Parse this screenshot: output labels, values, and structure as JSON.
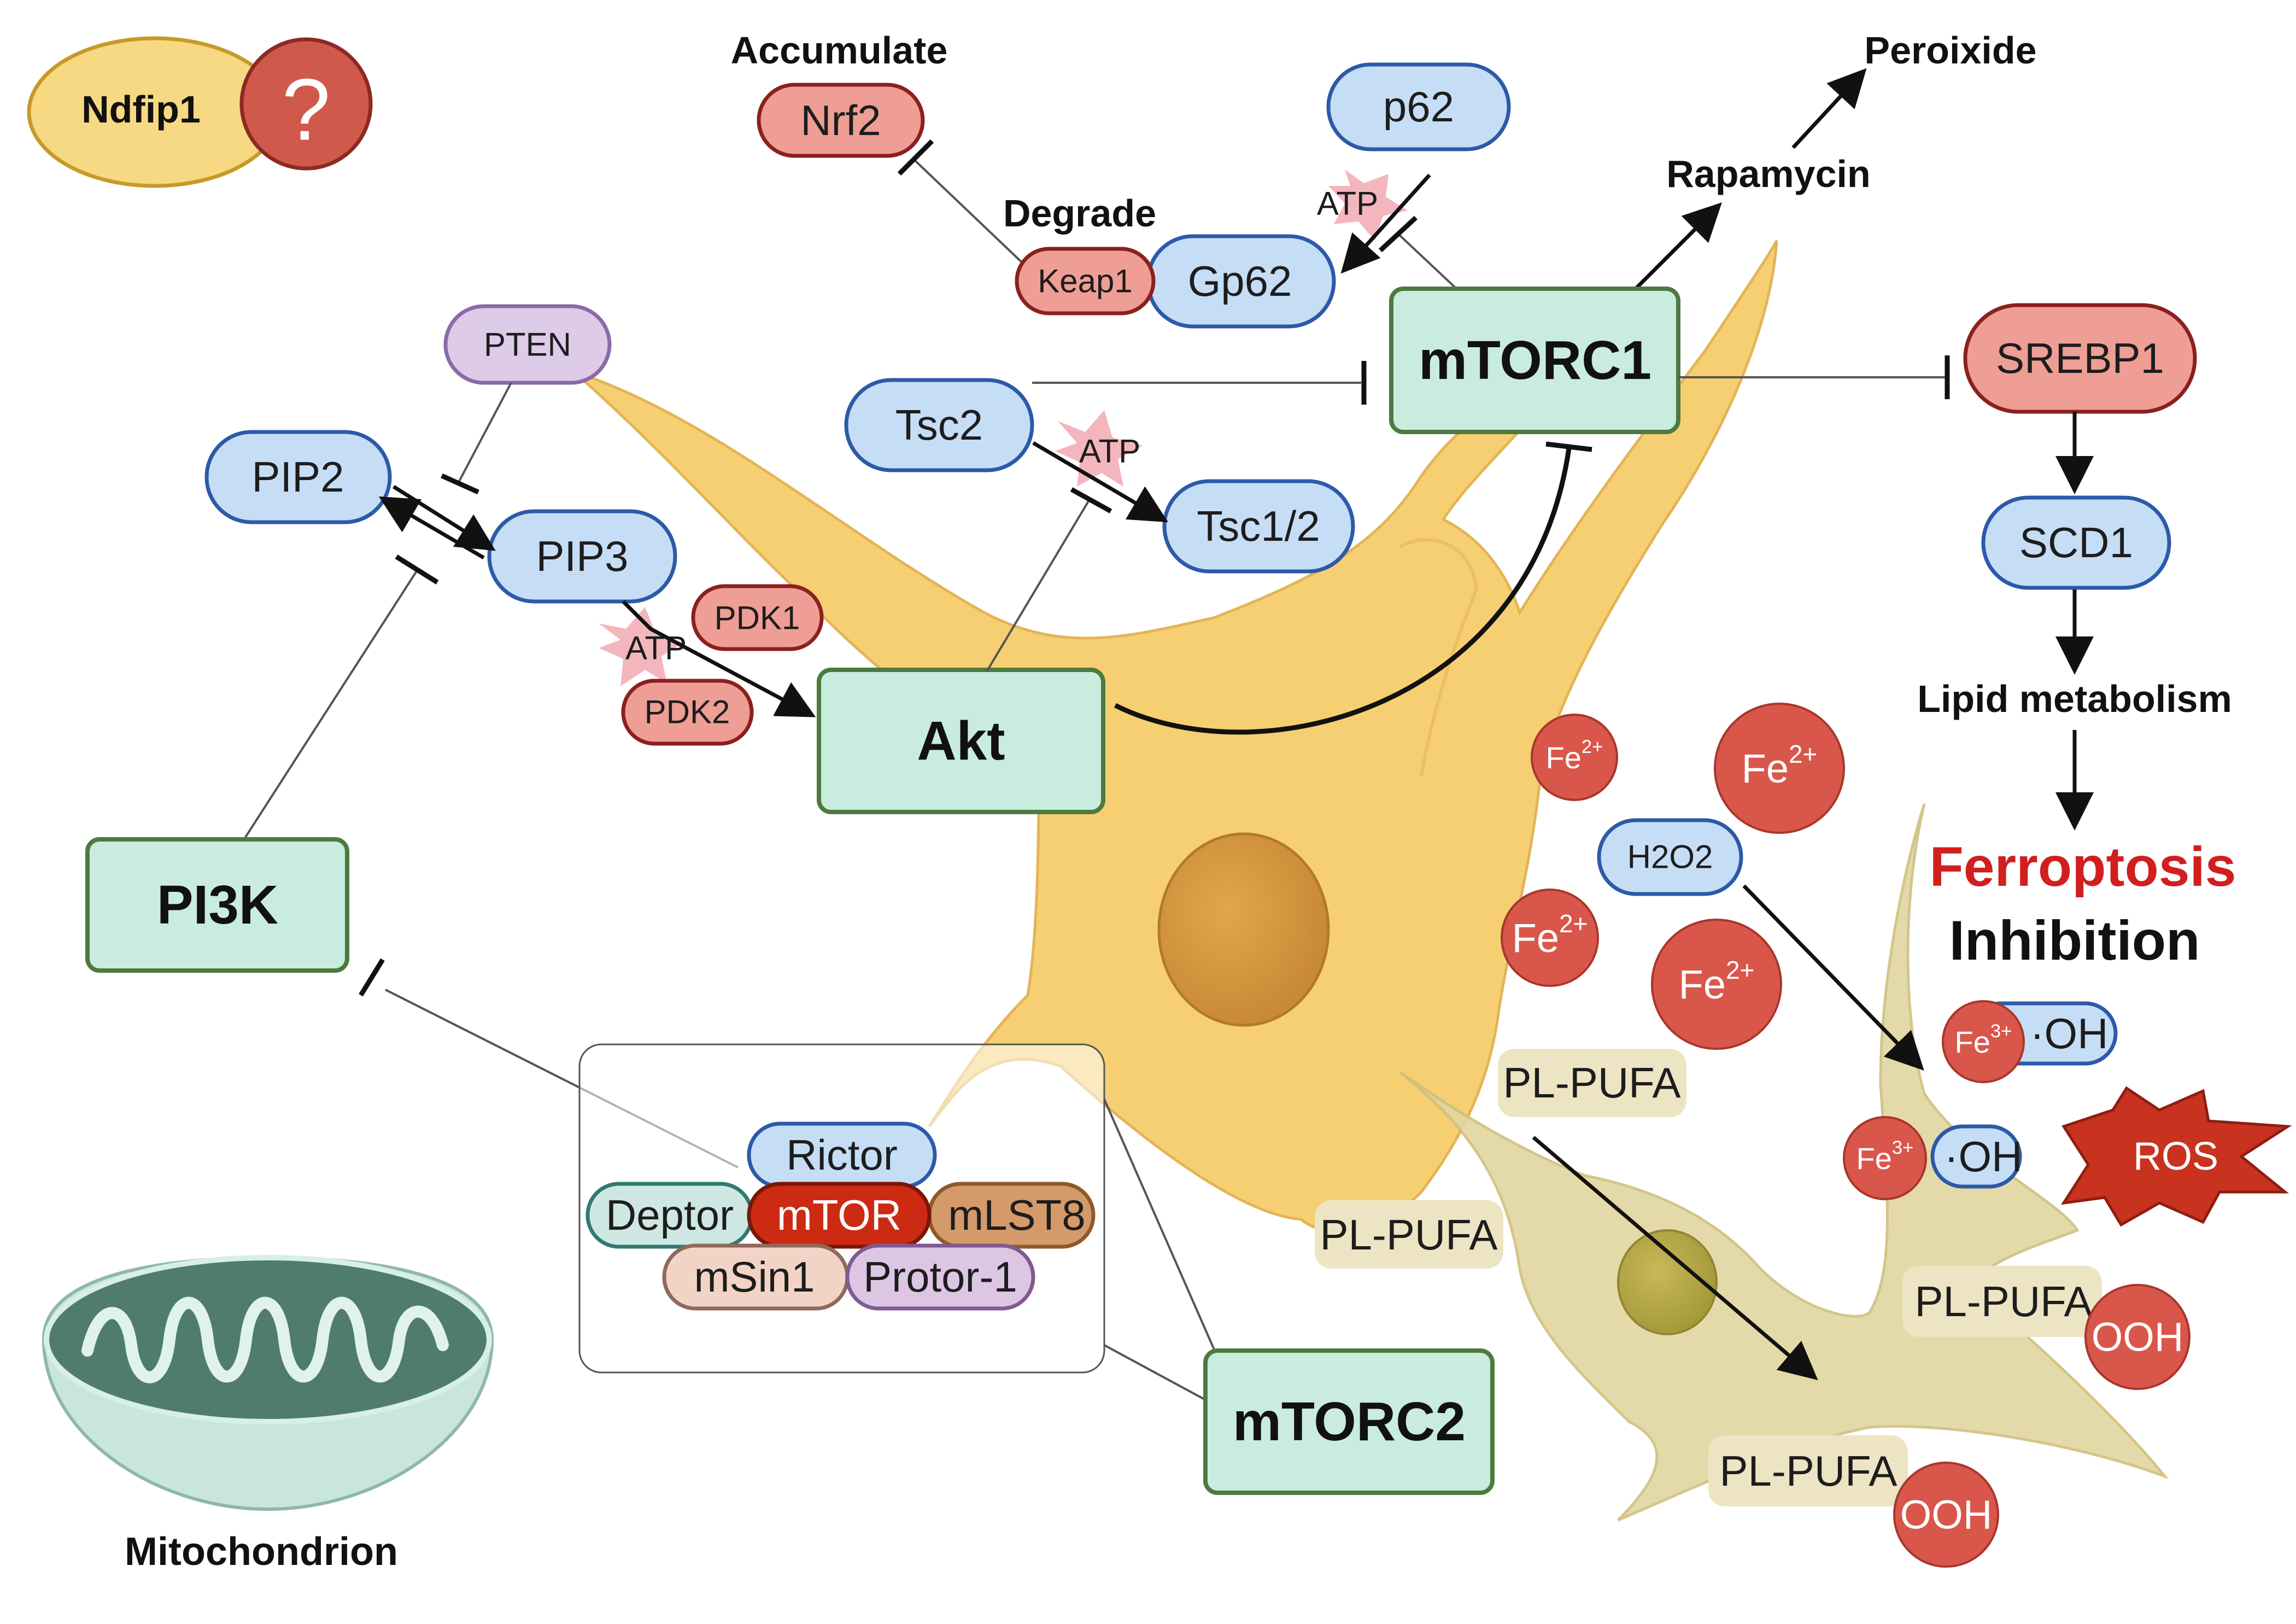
{
  "nodes": {
    "ndfip1": "Ndfip1",
    "question": "?",
    "accumulate": "Accumulate",
    "nrf2": "Nrf2",
    "degrade": "Degrade",
    "keap1": "Keap1",
    "gp62": "Gp62",
    "p62": "p62",
    "atp": "ATP",
    "peroixide": "Peroixide",
    "rapamycin": "Rapamycin",
    "mtorc1": "mTORC1",
    "srebp1": "SREBP1",
    "scd1": "SCD1",
    "lipid_metabolism": "Lipid metabolism",
    "ferroptosis": "Ferroptosis",
    "inhibition": "Inhibition",
    "pten": "PTEN",
    "pip2": "PIP2",
    "pip3": "PIP3",
    "tsc2": "Tsc2",
    "tsc12": "Tsc1/2",
    "pdk1": "PDK1",
    "pdk2": "PDK2",
    "akt": "Akt",
    "pi3k": "PI3K",
    "h2o2": "H2O2",
    "oh": "·OH",
    "ros": "ROS",
    "pl_pufa": "PL-PUFA",
    "ooh": "OOH",
    "rictor": "Rictor",
    "deptor": "Deptor",
    "mtor": "mTOR",
    "mlst8": "mLST8",
    "msin1": "mSin1",
    "protor1": "Protor-1",
    "mtorc2": "mTORC2",
    "mitochondrion": "Mitochondrion"
  },
  "ions": {
    "fe_base": "Fe",
    "fe2_charge": "2+",
    "fe3_charge": "3+"
  },
  "colors": {
    "blue_fill": "#c6ddf6",
    "blue_stroke": "#2c5aa8",
    "red_fill": "#ef9e95",
    "red_stroke": "#8c1f1f",
    "green_fill": "#c9ecdf",
    "green_stroke": "#4d7a3f",
    "ion_red": "#d9564b",
    "ferroptosis_red": "#d11f1f",
    "cell_yellow": "#f6cf72",
    "cell2_tan": "#e2d6a0",
    "ndfip1_yellow": "#f6d982",
    "ros_star": "#c8321f"
  }
}
